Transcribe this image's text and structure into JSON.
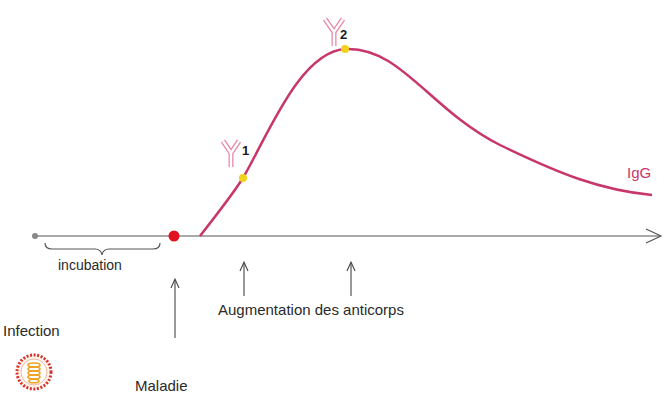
{
  "diagram": {
    "labels": [
      "2",
      "1",
      "IgG",
      "incubation",
      "Augmentation des anticorps",
      "Infection",
      "Maladie"
    ]
  }
}
